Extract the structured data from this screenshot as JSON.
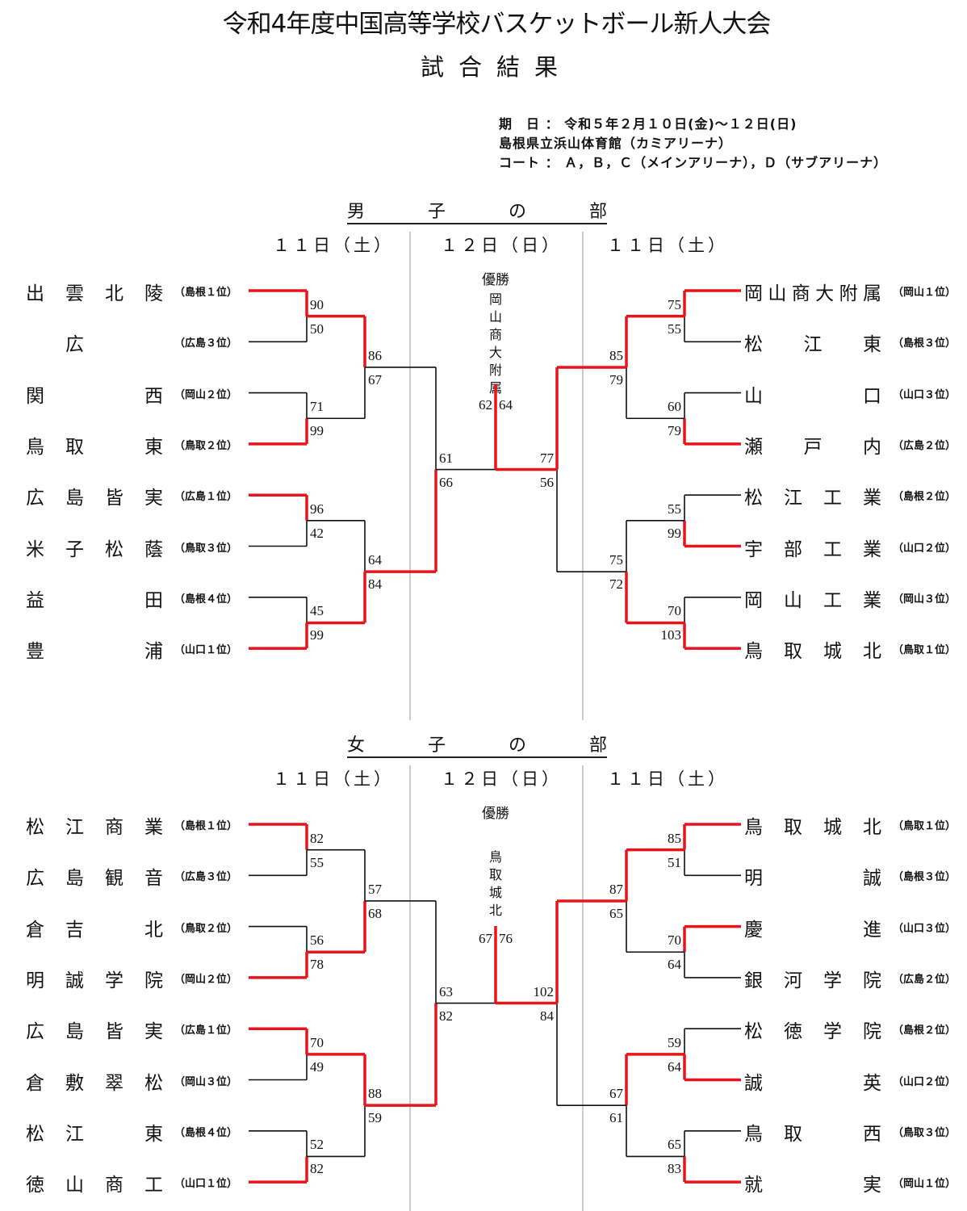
{
  "header": {
    "title": "令和4年度中国高等学校バスケットボール新人大会",
    "subtitle": "試合結果",
    "info": [
      "期　日 ： 令和５年２月１０日(金)～１２日(日)",
      "島根県立浜山体育館（カミアリーナ）",
      "コート ： Ａ，Ｂ，Ｃ（メインアリーナ），Ｄ（サブアリーナ）"
    ]
  },
  "colors": {
    "winner_line": "#e8141c",
    "loser_line": "#111111",
    "divider": "#bbbbbb"
  },
  "divisions": [
    {
      "title_chars": [
        "男",
        "子",
        "の",
        "部"
      ],
      "days": [
        "１１日（土）",
        "１２日（日）",
        "１１日（土）"
      ],
      "champion_label": "優勝",
      "champion_chars": [
        "岡",
        "山",
        "商",
        "大",
        "附",
        "属"
      ],
      "left_teams": [
        {
          "chars": [
            "出",
            "雲",
            "北",
            "陵"
          ],
          "pref": "（島根１位）"
        },
        {
          "chars": [
            "",
            "広",
            "",
            ""
          ],
          "pref": "（広島３位）"
        },
        {
          "chars": [
            "関",
            "",
            "",
            "西"
          ],
          "pref": "（岡山２位）"
        },
        {
          "chars": [
            "鳥",
            "取",
            "",
            "東"
          ],
          "pref": "（鳥取２位）"
        },
        {
          "chars": [
            "広",
            "島",
            "皆",
            "実"
          ],
          "pref": "（広島１位）"
        },
        {
          "chars": [
            "米",
            "子",
            "松",
            "蔭"
          ],
          "pref": "（鳥取３位）"
        },
        {
          "chars": [
            "益",
            "",
            "",
            "田"
          ],
          "pref": "（島根４位）"
        },
        {
          "chars": [
            "豊",
            "",
            "",
            "浦"
          ],
          "pref": "（山口１位）"
        }
      ],
      "right_teams": [
        {
          "chars": [
            "岡",
            "山",
            "商",
            "大",
            "附",
            "属"
          ],
          "pref": "（岡山１位）"
        },
        {
          "chars": [
            "松",
            "",
            "江",
            "",
            "東"
          ],
          "pref": "（島根３位）"
        },
        {
          "chars": [
            "山",
            "",
            "",
            "",
            "口"
          ],
          "pref": "（山口３位）"
        },
        {
          "chars": [
            "瀬",
            "",
            "戸",
            "",
            "内"
          ],
          "pref": "（広島２位）"
        },
        {
          "chars": [
            "松",
            "江",
            "工",
            "業"
          ],
          "pref": "（島根２位）"
        },
        {
          "chars": [
            "宇",
            "部",
            "工",
            "業"
          ],
          "pref": "（山口２位）"
        },
        {
          "chars": [
            "岡",
            "山",
            "工",
            "業"
          ],
          "pref": "（岡山３位）"
        },
        {
          "chars": [
            "鳥",
            "取",
            "城",
            "北"
          ],
          "pref": "（鳥取１位）"
        }
      ],
      "left_r1": [
        {
          "scores": [
            "90",
            "50"
          ],
          "winner": 0
        },
        {
          "scores": [
            "71",
            "99"
          ],
          "winner": 1
        },
        {
          "scores": [
            "96",
            "42"
          ],
          "winner": 0
        },
        {
          "scores": [
            "45",
            "99"
          ],
          "winner": 1
        }
      ],
      "left_r2": [
        {
          "scores": [
            "86",
            "67"
          ],
          "winner": 0
        },
        {
          "scores": [
            "64",
            "84"
          ],
          "winner": 1
        }
      ],
      "left_semi": {
        "scores": [
          "61",
          "66"
        ],
        "winner": 1
      },
      "right_r1": [
        {
          "scores": [
            "75",
            "55"
          ],
          "winner": 0
        },
        {
          "scores": [
            "60",
            "79"
          ],
          "winner": 1
        },
        {
          "scores": [
            "55",
            "99"
          ],
          "winner": 1
        },
        {
          "scores": [
            "70",
            "103"
          ],
          "winner": 1
        }
      ],
      "right_r2": [
        {
          "scores": [
            "85",
            "79"
          ],
          "winner": 0
        },
        {
          "scores": [
            "75",
            "72"
          ],
          "winner": 1
        }
      ],
      "right_semi": {
        "scores": [
          "77",
          "56"
        ],
        "winner": 0
      },
      "final": {
        "scores": [
          "62",
          "64"
        ],
        "winner": 1
      }
    },
    {
      "title_chars": [
        "女",
        "子",
        "の",
        "部"
      ],
      "days": [
        "１１日（土）",
        "１２日（日）",
        "１１日（土）"
      ],
      "champion_label": "優勝",
      "champion_chars": [
        "鳥",
        "取",
        "城",
        "北"
      ],
      "left_teams": [
        {
          "chars": [
            "松",
            "江",
            "商",
            "業"
          ],
          "pref": "（島根１位）"
        },
        {
          "chars": [
            "広",
            "島",
            "観",
            "音"
          ],
          "pref": "（広島３位）"
        },
        {
          "chars": [
            "倉",
            "吉",
            "",
            "北"
          ],
          "pref": "（鳥取２位）"
        },
        {
          "chars": [
            "明",
            "誠",
            "学",
            "院"
          ],
          "pref": "（岡山２位）"
        },
        {
          "chars": [
            "広",
            "島",
            "皆",
            "実"
          ],
          "pref": "（広島１位）"
        },
        {
          "chars": [
            "倉",
            "敷",
            "翠",
            "松"
          ],
          "pref": "（岡山３位）"
        },
        {
          "chars": [
            "松",
            "江",
            "",
            "東"
          ],
          "pref": "（島根４位）"
        },
        {
          "chars": [
            "徳",
            "山",
            "商",
            "工"
          ],
          "pref": "（山口１位）"
        }
      ],
      "right_teams": [
        {
          "chars": [
            "鳥",
            "取",
            "城",
            "北"
          ],
          "pref": "（鳥取１位）"
        },
        {
          "chars": [
            "明",
            "",
            "",
            "誠"
          ],
          "pref": "（島根３位）"
        },
        {
          "chars": [
            "慶",
            "",
            "",
            "進"
          ],
          "pref": "（山口３位）"
        },
        {
          "chars": [
            "銀",
            "河",
            "学",
            "院"
          ],
          "pref": "（広島２位）"
        },
        {
          "chars": [
            "松",
            "徳",
            "学",
            "院"
          ],
          "pref": "（島根２位）"
        },
        {
          "chars": [
            "誠",
            "",
            "",
            "英"
          ],
          "pref": "（山口２位）"
        },
        {
          "chars": [
            "鳥",
            "取",
            "",
            "西"
          ],
          "pref": "（鳥取３位）"
        },
        {
          "chars": [
            "就",
            "",
            "",
            "実"
          ],
          "pref": "（岡山１位）"
        }
      ],
      "left_r1": [
        {
          "scores": [
            "82",
            "55"
          ],
          "winner": 0
        },
        {
          "scores": [
            "56",
            "78"
          ],
          "winner": 1
        },
        {
          "scores": [
            "70",
            "49"
          ],
          "winner": 0
        },
        {
          "scores": [
            "52",
            "82"
          ],
          "winner": 1
        }
      ],
      "left_r2": [
        {
          "scores": [
            "57",
            "68"
          ],
          "winner": 1
        },
        {
          "scores": [
            "88",
            "59"
          ],
          "winner": 0
        }
      ],
      "left_semi": {
        "scores": [
          "63",
          "82"
        ],
        "winner": 1
      },
      "right_r1": [
        {
          "scores": [
            "85",
            "51"
          ],
          "winner": 0
        },
        {
          "scores": [
            "70",
            "64"
          ],
          "winner": 0
        },
        {
          "scores": [
            "59",
            "64"
          ],
          "winner": 1
        },
        {
          "scores": [
            "65",
            "83"
          ],
          "winner": 1
        }
      ],
      "right_r2": [
        {
          "scores": [
            "87",
            "65"
          ],
          "winner": 0
        },
        {
          "scores": [
            "67",
            "61"
          ],
          "winner": 0
        }
      ],
      "right_semi": {
        "scores": [
          "102",
          "84"
        ],
        "winner": 0
      },
      "final": {
        "scores": [
          "67",
          "76"
        ],
        "winner": 1
      }
    }
  ]
}
